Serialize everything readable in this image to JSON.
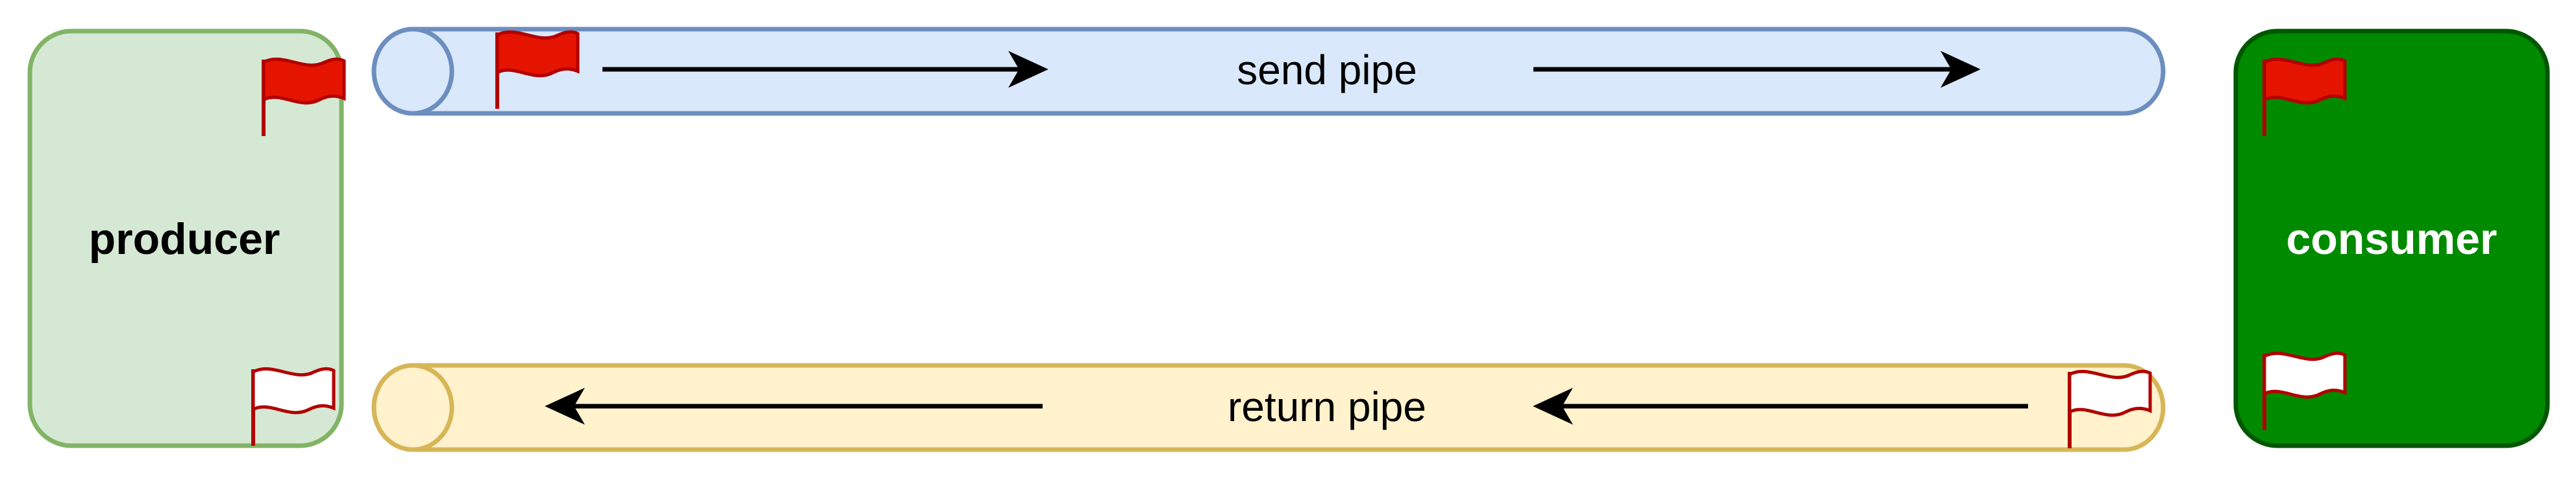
{
  "nodes": {
    "producer": {
      "label": "producer",
      "fill": "#d5e8d4",
      "stroke": "#82b366",
      "text_color": "#000000"
    },
    "consumer": {
      "label": "consumer",
      "fill": "#008a00",
      "stroke": "#005700",
      "text_color": "#ffffff"
    }
  },
  "pipes": {
    "send": {
      "label": "send pipe",
      "fill": "#dae8fc",
      "stroke": "#6c8ebf",
      "direction": "right"
    },
    "return": {
      "label": "return pipe",
      "fill": "#fff2cc",
      "stroke": "#d6b656",
      "direction": "left"
    }
  },
  "flags": {
    "color": "#e51400",
    "stroke": "#b20000",
    "filled": [
      "producer-top",
      "send-pipe",
      "consumer-top"
    ],
    "outlined": [
      "producer-bottom",
      "return-pipe",
      "consumer-bottom"
    ]
  },
  "arrows": {
    "color": "#000000"
  }
}
